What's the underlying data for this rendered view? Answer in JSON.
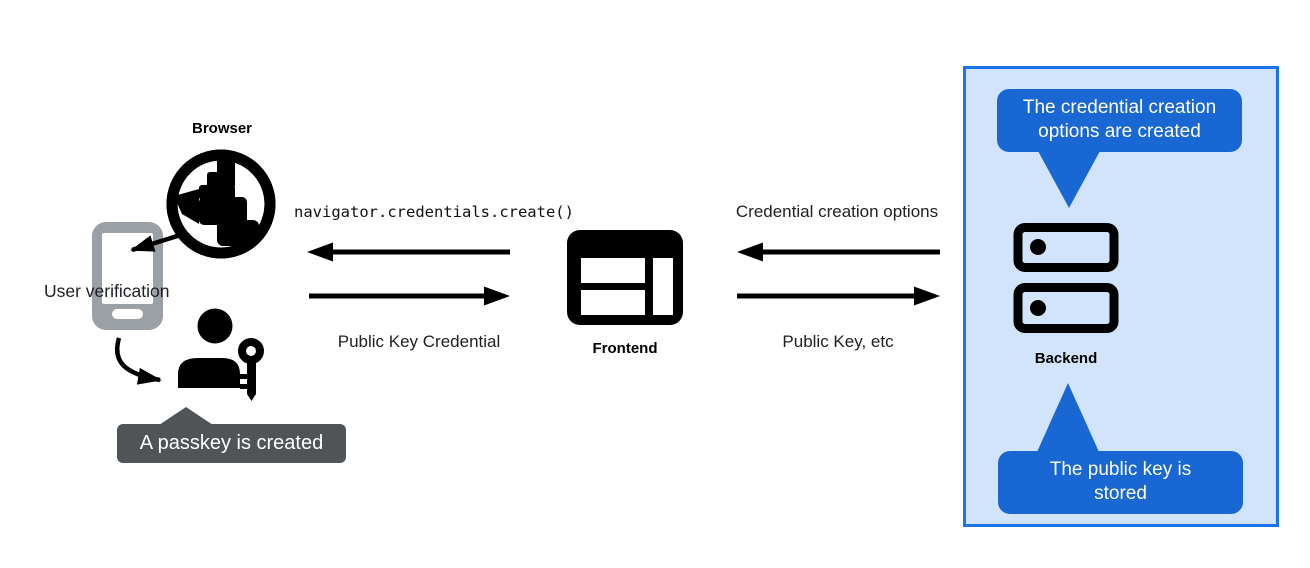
{
  "left": {
    "browser_label": "Browser",
    "user_verification_label": "User verification",
    "passkey_tooltip": "A passkey is created"
  },
  "center": {
    "api_call": "navigator.credentials.create()",
    "response_label": "Public Key Credential",
    "frontend_label": "Frontend"
  },
  "right": {
    "request_label": "Credential creation options",
    "response_label": "Public Key, etc",
    "backend_label": "Backend",
    "options_tooltip": "The credential creation\noptions are created",
    "stored_tooltip": "The public key is\nstored"
  },
  "icons": {
    "globe": "globe-icon",
    "phone": "smartphone-icon",
    "person_key": "user-with-key-icon",
    "frontend": "browser-window-icon",
    "backend": "server-stack-icon"
  },
  "colors": {
    "accent_blue_border": "#1a73e8",
    "tooltip_blue": "#1967d2",
    "panel_light_blue": "#d2e3fc",
    "tooltip_gray": "#515457",
    "phone_gray": "#9aa0a6",
    "ink": "#000000"
  }
}
